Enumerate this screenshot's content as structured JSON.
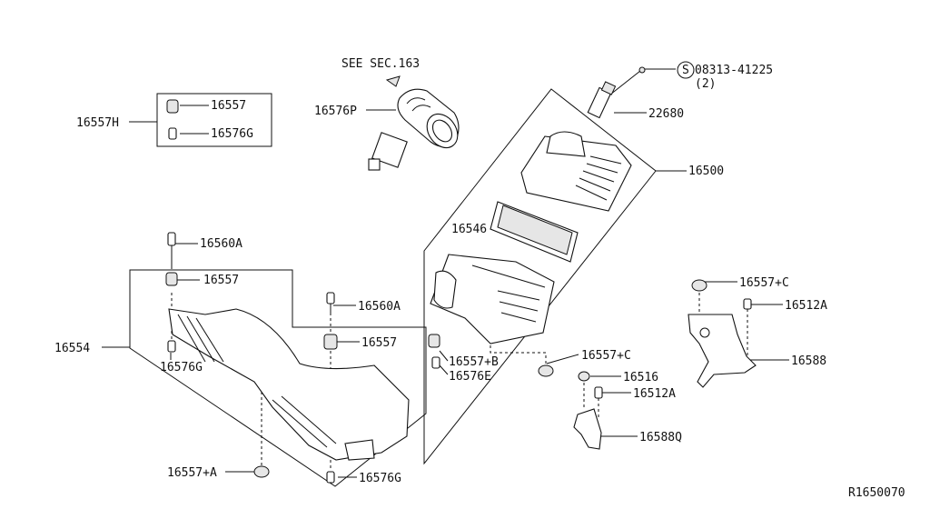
{
  "labels": {
    "see_sec": "SEE SEC.163",
    "p16576P": "16576P",
    "p16557_kit": "16557",
    "p16576G_kit": "16576G",
    "p16557H": "16557H",
    "s_circle": "S",
    "p08313": "08313-41225",
    "qty2": "(2)",
    "p22680": "22680",
    "p16500": "16500",
    "p16546": "16546",
    "p16560A_top": "16560A",
    "p16557_left": "16557",
    "p16560A_mid": "16560A",
    "p16557_mid": "16557",
    "p16554": "16554",
    "p16576G_left": "16576G",
    "p16557B": "16557+B",
    "p16576E": "16576E",
    "p16557C_mid": "16557+C",
    "p16516": "16516",
    "p16512A_low": "16512A",
    "p16588Q": "16588Q",
    "p16557C_right": "16557+C",
    "p16512A_right": "16512A",
    "p16588": "16588",
    "p16557A": "16557+A",
    "p16576G_bottom": "16576G",
    "ref_code": "R1650070"
  }
}
